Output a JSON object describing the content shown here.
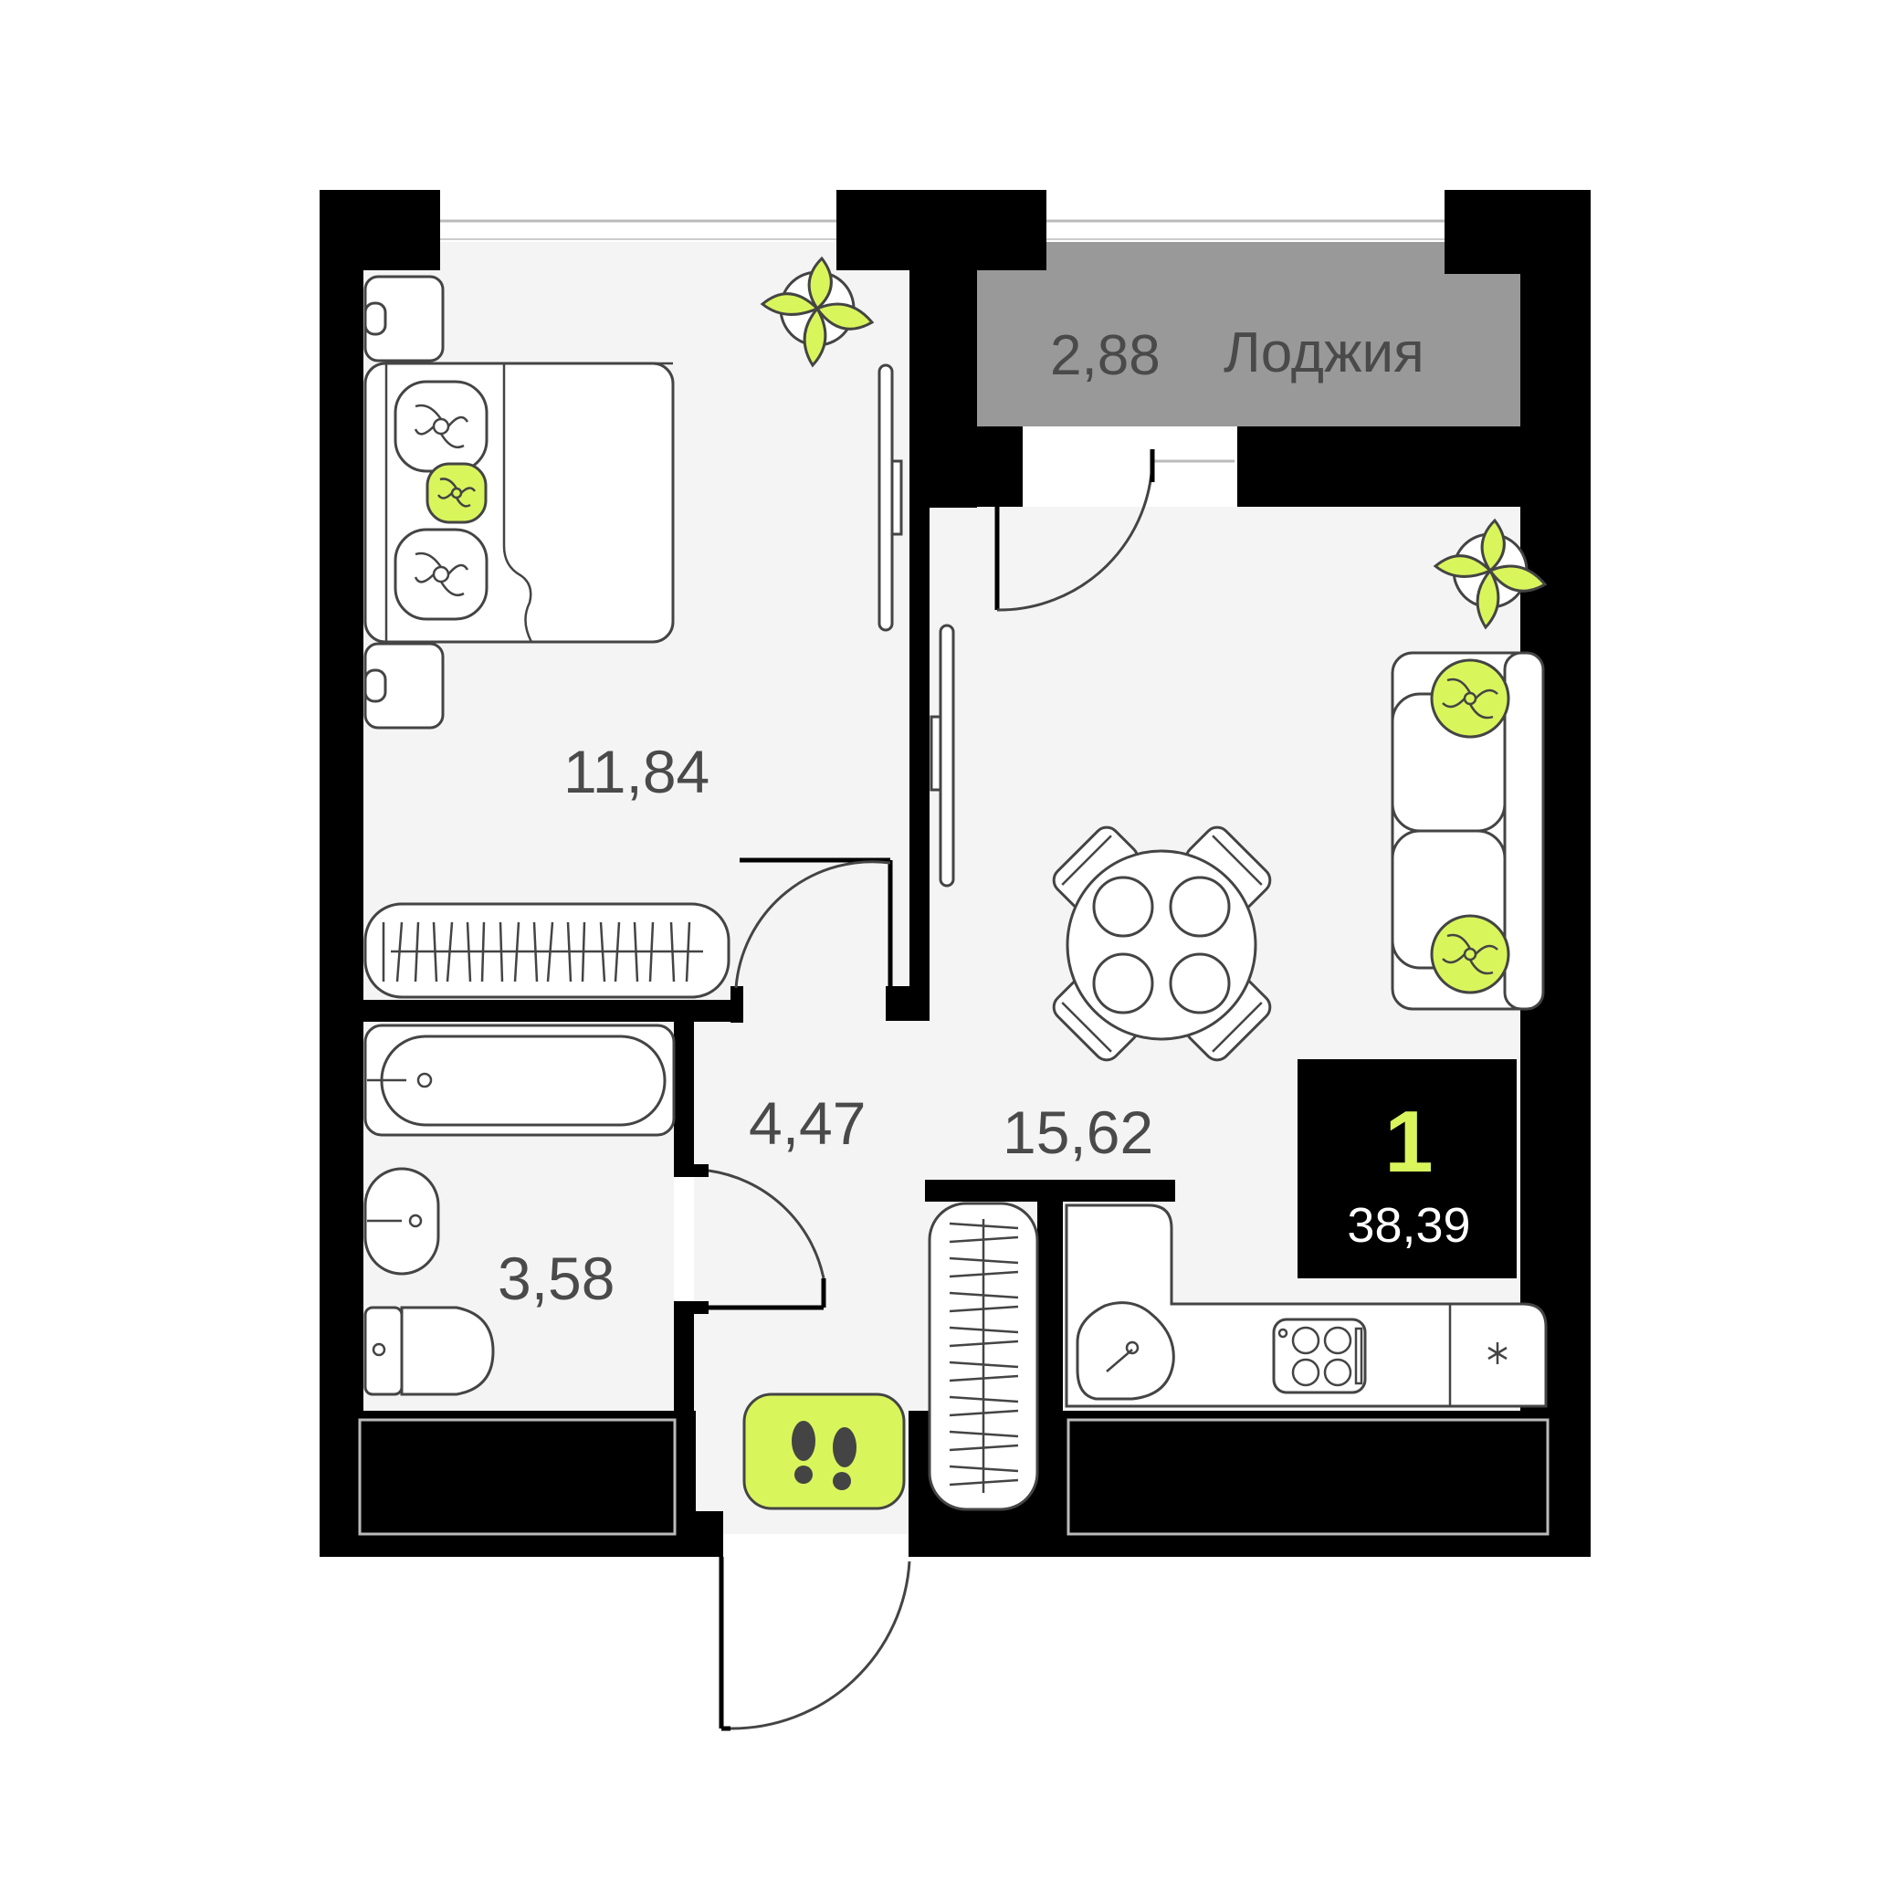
{
  "rooms": {
    "bedroom_area": "11,84",
    "hall_area": "4,47",
    "living_area": "15,62",
    "bathroom_area": "3,58",
    "loggia_area": "2,88",
    "loggia_name": "Лоджия"
  },
  "badge": {
    "rooms_count": "1",
    "total_area": "38,39"
  },
  "colors": {
    "wall": "#000000",
    "floor": "#f4f4f4",
    "loggia": "#999999",
    "accent": "#d9f55c",
    "line": "#444444"
  },
  "icons": [
    "plant-icon",
    "footprints-icon",
    "snowflake-icon",
    "pillow-icon",
    "bed-icon",
    "sofa-icon",
    "table-icon",
    "bathtub-icon",
    "sink-icon",
    "toilet-icon",
    "stove-icon",
    "radiator-icon"
  ]
}
